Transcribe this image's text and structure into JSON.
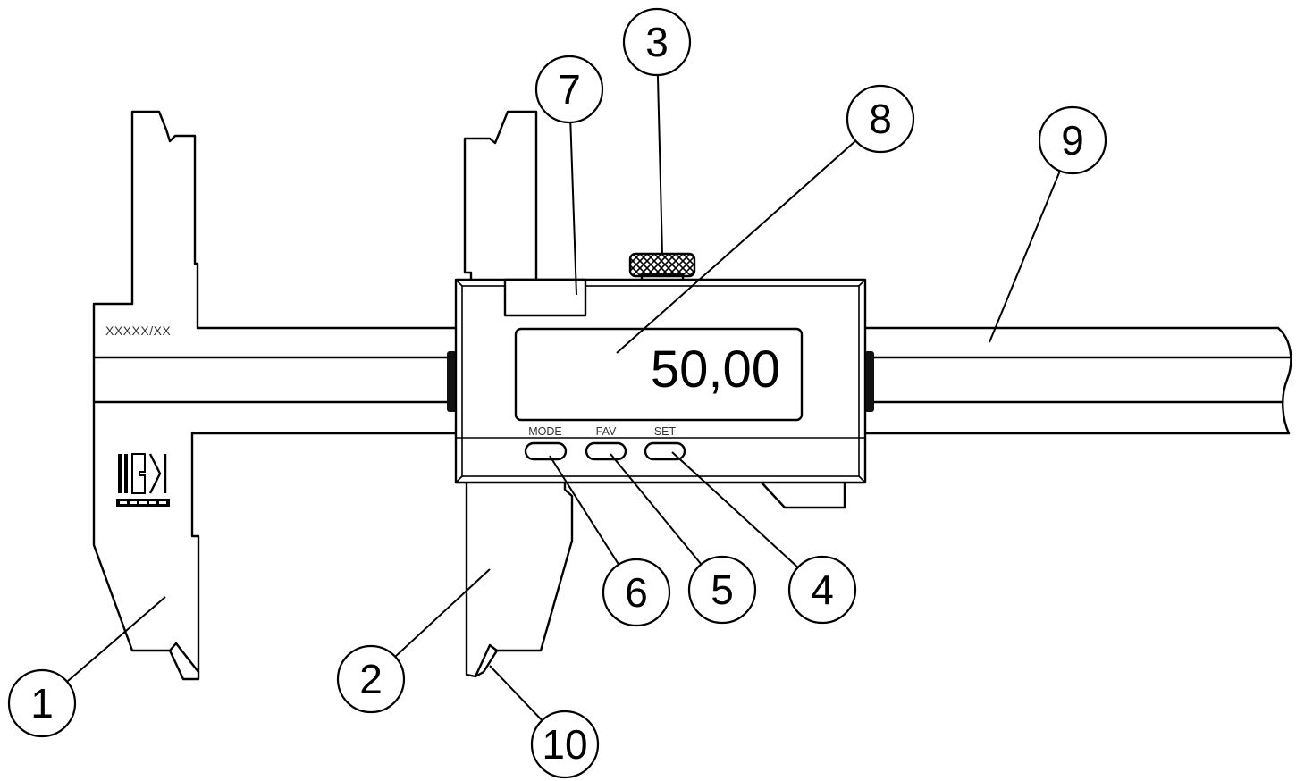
{
  "engraving": "XXXXX/XX",
  "display": {
    "reading": "50,00"
  },
  "buttons": [
    {
      "label": "MODE"
    },
    {
      "label": "FAV"
    },
    {
      "label": "SET"
    }
  ],
  "callouts": [
    "1",
    "2",
    "3",
    "4",
    "5",
    "6",
    "7",
    "8",
    "9",
    "10"
  ]
}
